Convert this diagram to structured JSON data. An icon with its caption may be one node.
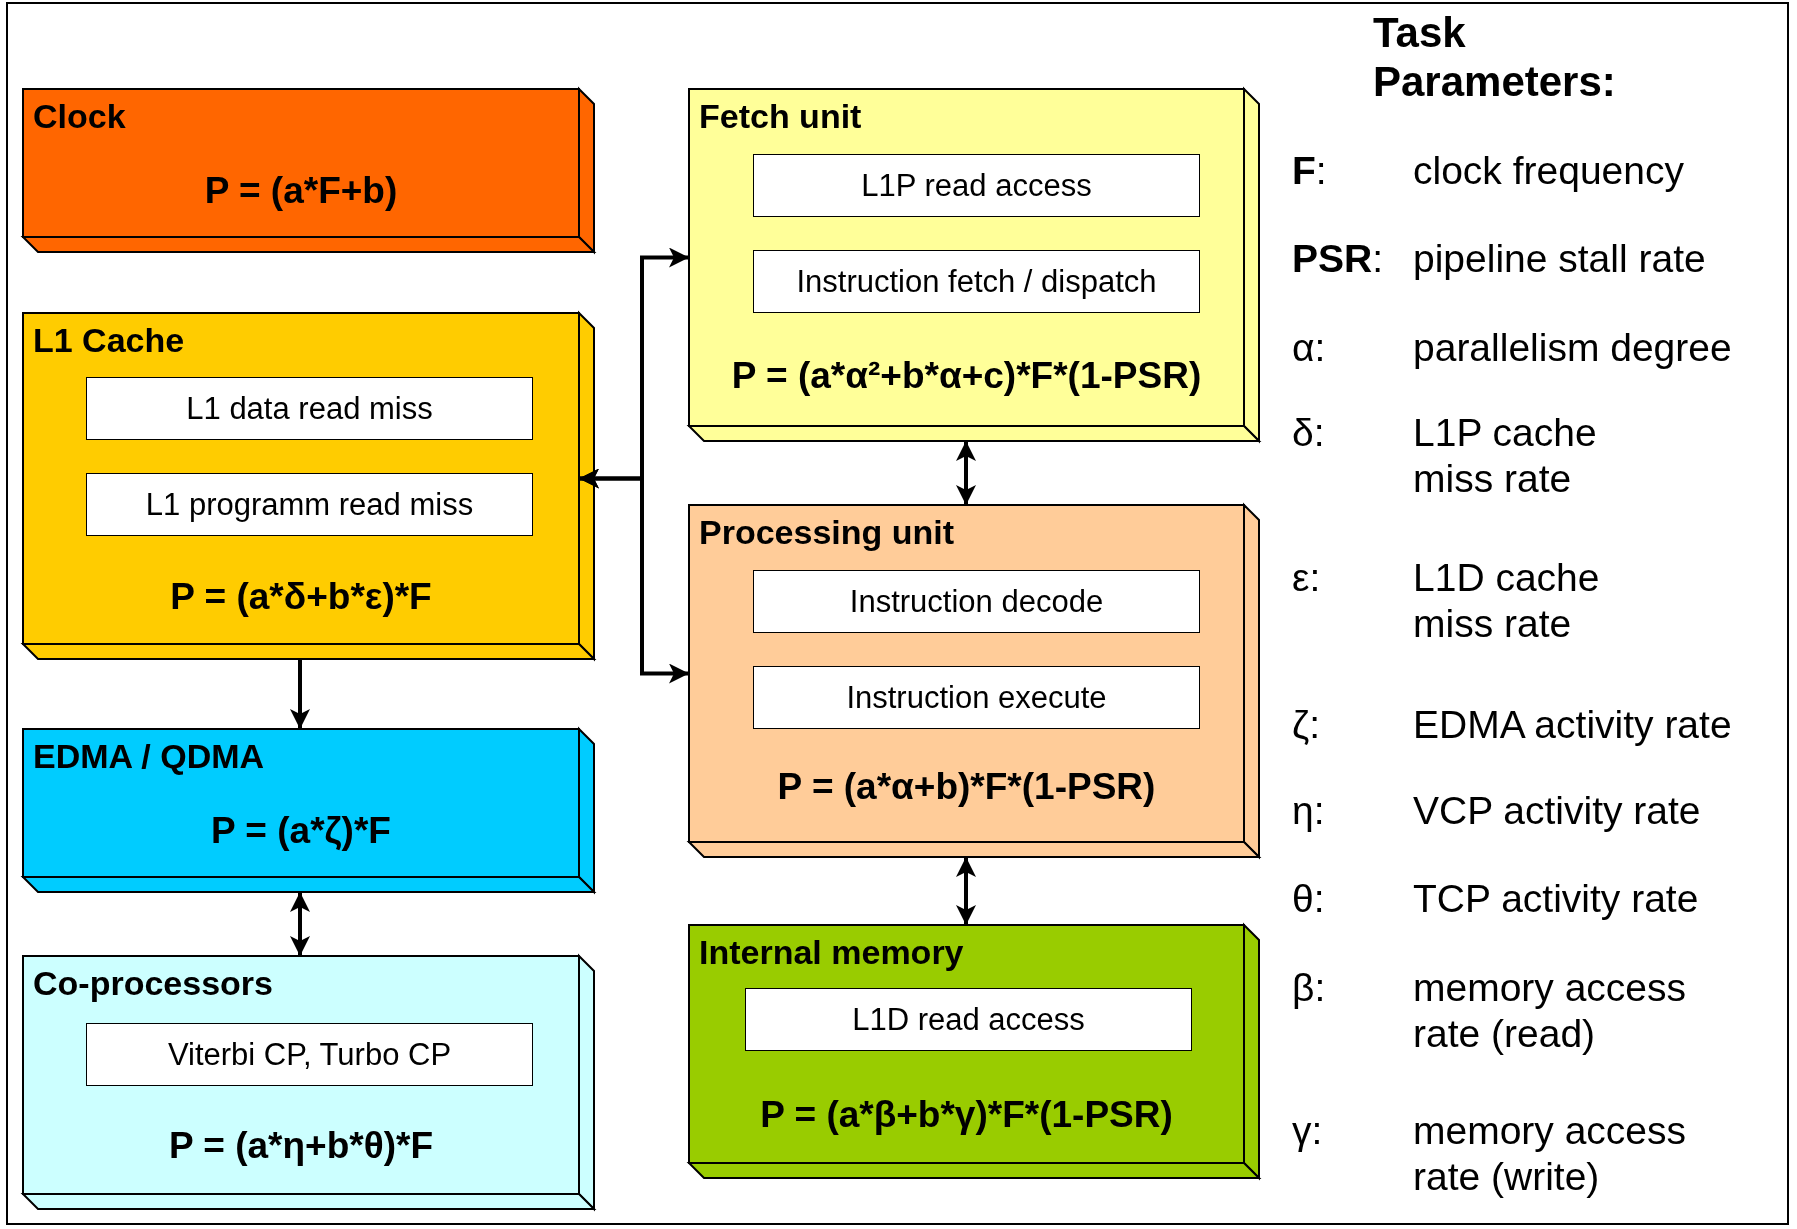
{
  "diagram": {
    "nodes": [
      {
        "text": [
          "Clock",
          "P = (a*F+b)"
        ]
      },
      {
        "text": [
          "L1 Cache",
          "P = (a*δ+b*ε)*F"
        ]
      },
      {
        "text": [
          "L1 data read miss"
        ],
        "in": 1
      },
      {
        "text": [
          "L1 programm read miss"
        ],
        "in": 1
      },
      {
        "text": [
          "EDMA / QDMA",
          "P = (a*ζ)*F"
        ]
      },
      {
        "text": [
          "Co-processors",
          "P = (a*η+b*θ)*F"
        ]
      },
      {
        "text": [
          "Viterbi CP, Turbo CP"
        ],
        "in": 5
      },
      {
        "text": [
          "Fetch unit",
          "P = (a*α²+b*α+c)*F*(1-PSR)"
        ]
      },
      {
        "text": [
          "L1P read access"
        ],
        "in": 7
      },
      {
        "text": [
          "Instruction fetch / dispatch"
        ],
        "in": 7
      },
      {
        "text": [
          "Processing unit",
          "P = (a*α+b)*F*(1-PSR)"
        ]
      },
      {
        "text": [
          "Instruction decode"
        ],
        "in": 10
      },
      {
        "text": [
          "Instruction execute"
        ],
        "in": 10
      },
      {
        "text": [
          "Internal memory",
          "P = (a*β+b*γ)*F*(1-PSR)"
        ]
      },
      {
        "text": [
          "L1D read access"
        ],
        "in": 13
      }
    ],
    "edges": [
      {
        "from": 1,
        "to": 7,
        "arrow": "both"
      },
      {
        "from": 1,
        "to": 10,
        "arrow": "both"
      },
      {
        "from": 7,
        "to": 10,
        "arrow": "both"
      },
      {
        "from": 10,
        "to": 13,
        "arrow": "both"
      },
      {
        "from": 1,
        "to": 4,
        "arrow": "to"
      },
      {
        "from": 4,
        "to": 5,
        "arrow": "both"
      }
    ],
    "labels": [
      "Task Parameters:",
      "**F**:",
      "clock frequency",
      "**PSR**:",
      "pipeline stall rate",
      "α:",
      "parallelism degree",
      "δ:",
      "L1P cache miss rate",
      "ε:",
      "L1D cache miss rate",
      "ζ:",
      "EDMA activity rate",
      "η:",
      "VCP activity rate",
      "θ:",
      "TCP activity rate",
      "β:",
      "memory access rate (read)",
      "γ:",
      "memory access rate (write)"
    ]
  }
}
